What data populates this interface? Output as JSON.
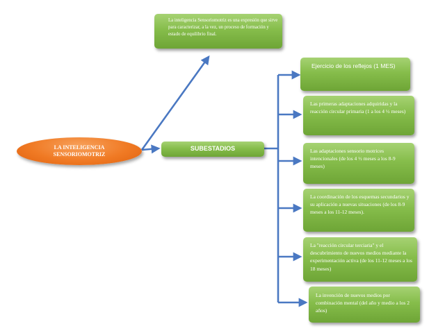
{
  "center_node": {
    "label": "LA INTELIGENCIA SENSORIOMOTRIZ"
  },
  "definition_node": {
    "text": "La inteligencia Sensoriomotriz es una expresión que sirve para caracterizar, a la vez, un proceso de formación y estado de equilibrio final."
  },
  "subestadios_node": {
    "label": "SUBESTADIOS"
  },
  "stages": [
    {
      "text": "Ejercicio de los reflejos (1 MES)"
    },
    {
      "text": "Las primeras adaptaciones adquiridas y la reacción circular primaria (1 a los 4 ½ meses)"
    },
    {
      "text": "Las adaptaciones sensorio motrices intencionales (de los 4 ½ meses a los 8-9 meses)"
    },
    {
      "text": "La coordinación de los esquemas secundarios y su aplicación a nuevas situaciones (de los 8-9 meses a los 11-12 meses)."
    },
    {
      "text": "La \"reacción circular terciaria\" y el descubrimiento de nuevos medios mediante la experimentación activa (de los 11-12 meses a los 18 meses)"
    },
    {
      "text": "La invención de nuevos medios por combinación mental (del año y medio a los 2 años)"
    }
  ]
}
